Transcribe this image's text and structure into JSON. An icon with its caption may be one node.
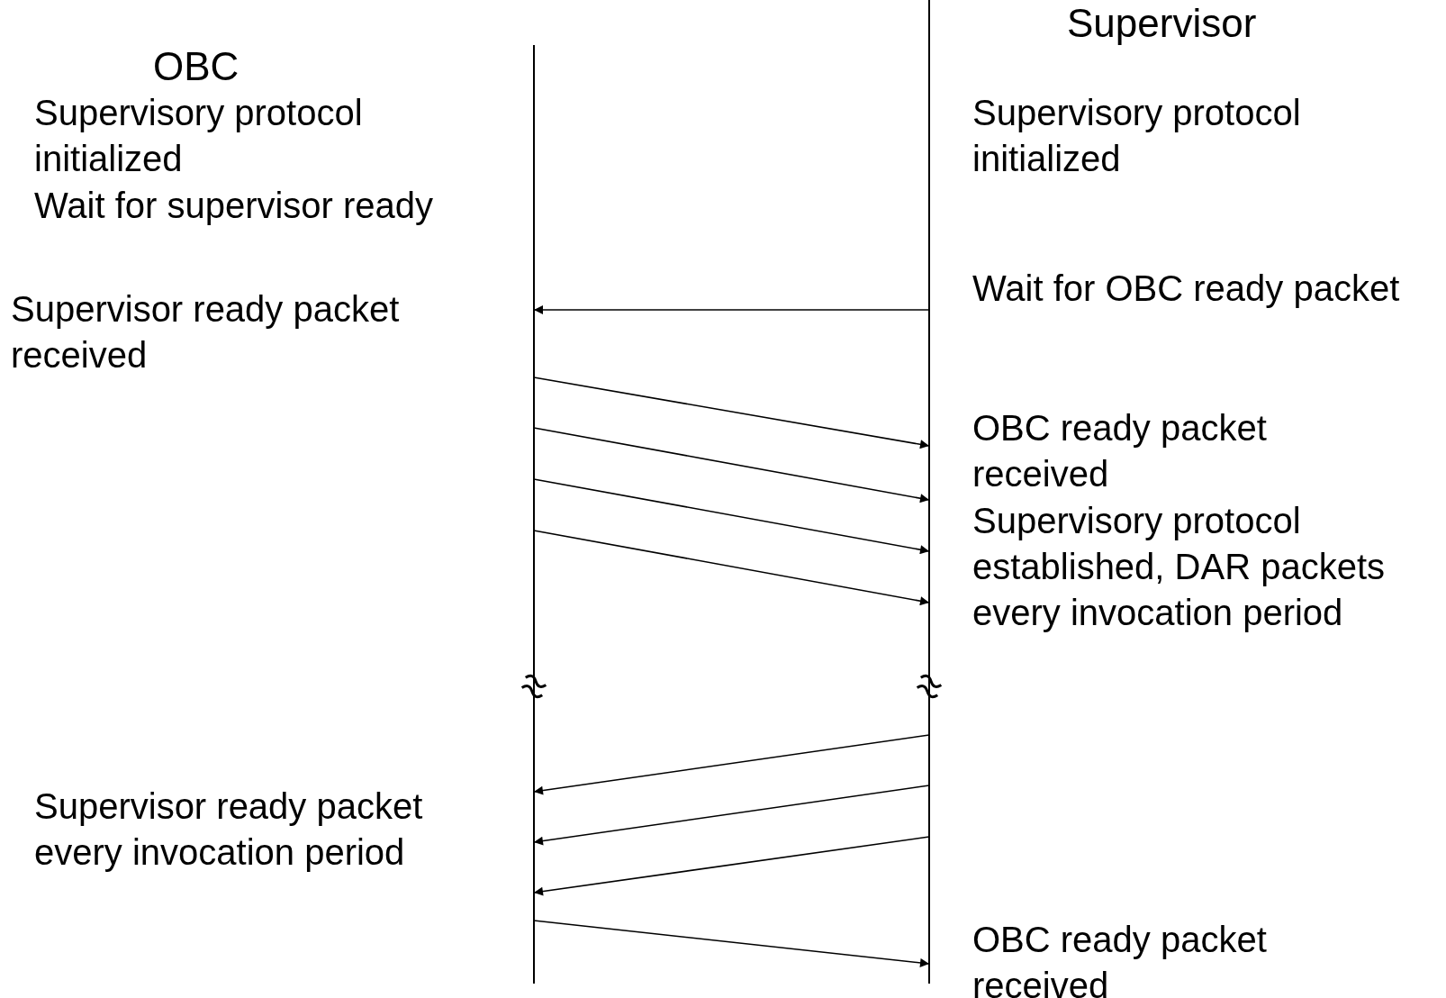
{
  "diagram": {
    "nodes": [
      {
        "text": [
          "OBC"
        ]
      },
      {
        "text": [
          "Supervisor"
        ]
      }
    ],
    "edges": [
      {
        "from": 1,
        "to": 0,
        "arrow": "to"
      },
      {
        "from": 0,
        "to": 1,
        "arrow": "to"
      },
      {
        "from": 0,
        "to": 1,
        "arrow": "to"
      },
      {
        "from": 0,
        "to": 1,
        "arrow": "to"
      },
      {
        "from": 0,
        "to": 1,
        "arrow": "to"
      },
      {
        "from": 1,
        "to": 0,
        "arrow": "to"
      },
      {
        "from": 1,
        "to": 0,
        "arrow": "to"
      },
      {
        "from": 1,
        "to": 0,
        "arrow": "to"
      },
      {
        "from": 0,
        "to": 1,
        "arrow": "to"
      }
    ],
    "labels": [
      "Supervisory protocol initialized",
      "Supervisory protocol initialized",
      "Wait for supervisor ready",
      "Wait for OBC ready packet",
      "Supervisor ready packet received",
      "OBC ready packet received",
      "Supervisory protocol established, DAR packets every invocation period",
      "Supervisor ready packet every invocation period",
      "OBC ready packet received"
    ]
  }
}
